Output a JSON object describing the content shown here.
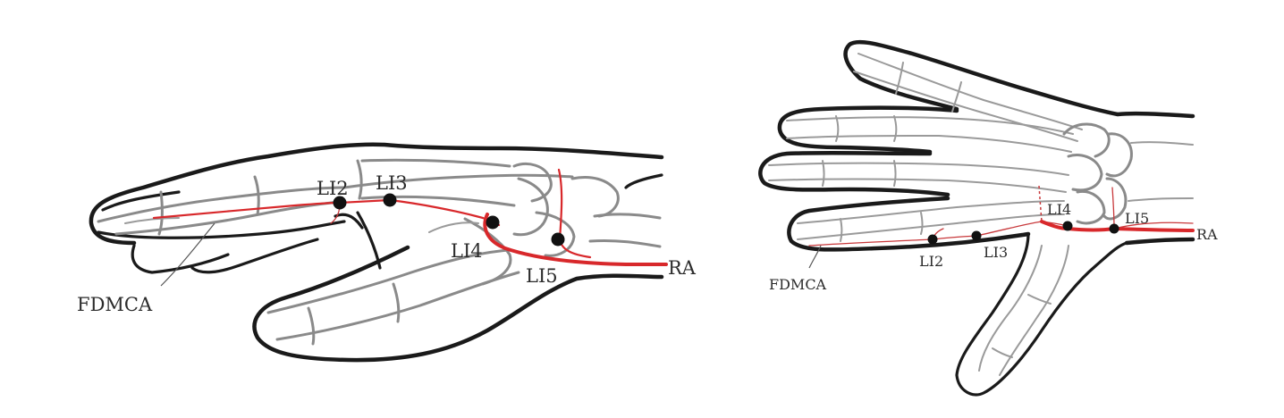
{
  "left_figure": {
    "labels": {
      "li2": "LI2",
      "li3": "LI3",
      "li4": "LI4",
      "li5": "LI5",
      "ra": "RA",
      "fdmca": "FDMCA"
    }
  },
  "right_figure": {
    "labels": {
      "li2": "LI2",
      "li3": "LI3",
      "li4": "LI4",
      "li5": "LI5",
      "ra": "RA",
      "fdmca": "FDMCA"
    }
  },
  "colors": {
    "artery": "#d8282b",
    "outline": "#1a1a1a",
    "bone": "#8a8a8a",
    "point": "#111111"
  }
}
